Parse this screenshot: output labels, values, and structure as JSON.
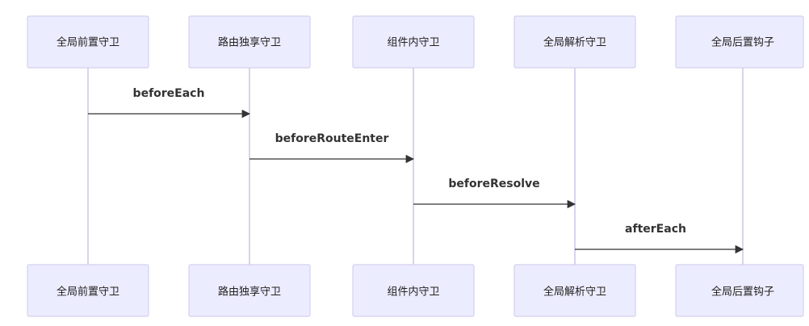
{
  "participants": [
    {
      "id": "p1",
      "label": "全局前置守卫"
    },
    {
      "id": "p2",
      "label": "路由独享守卫"
    },
    {
      "id": "p3",
      "label": "组件内守卫"
    },
    {
      "id": "p4",
      "label": "全局解析守卫"
    },
    {
      "id": "p5",
      "label": "全局后置钩子"
    }
  ],
  "messages": [
    {
      "from": "p1",
      "to": "p2",
      "label": "beforeEach"
    },
    {
      "from": "p2",
      "to": "p3",
      "label": "beforeRouteEnter"
    },
    {
      "from": "p3",
      "to": "p4",
      "label": "beforeResolve"
    },
    {
      "from": "p4",
      "to": "p5",
      "label": "afterEach"
    }
  ],
  "colors": {
    "actor_fill": "#ececff",
    "actor_stroke": "#d4d0ee",
    "lifeline": "#d9d4ec",
    "message": "#333333"
  }
}
